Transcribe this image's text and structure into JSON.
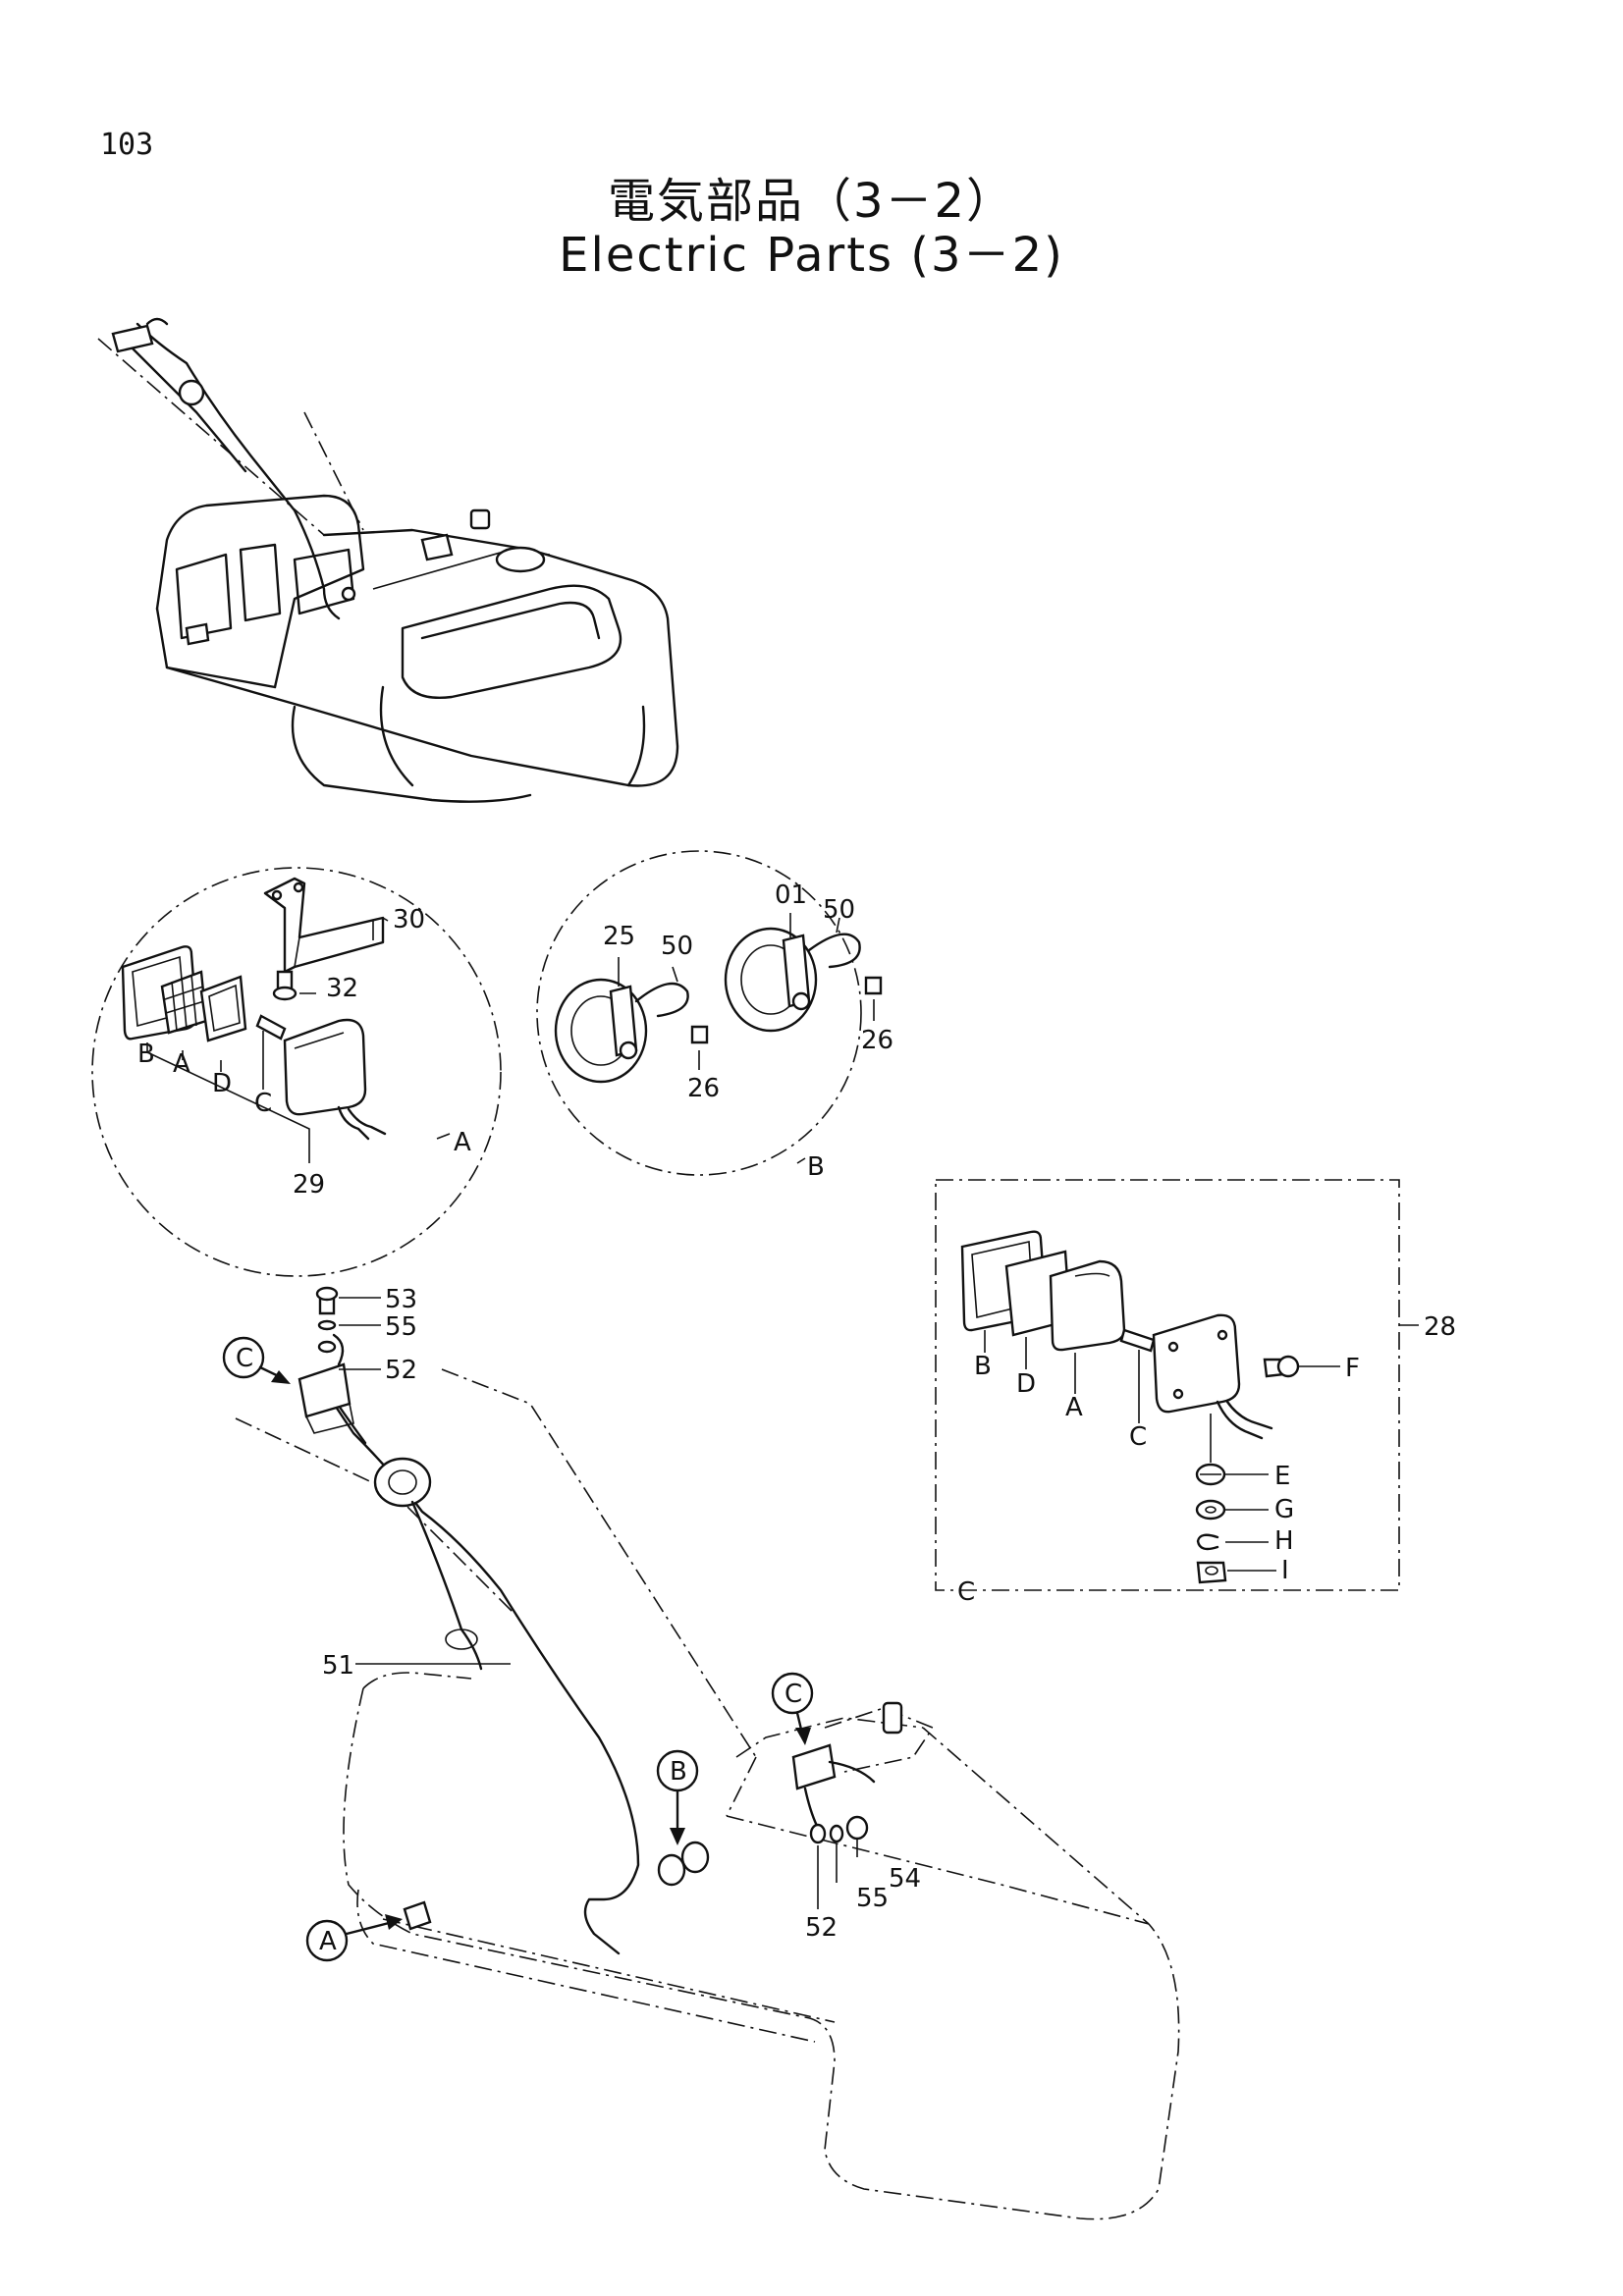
{
  "page": {
    "number": "103",
    "title_jp": "電気部品（3－2）",
    "title_en": "Electric Parts (3－2)"
  },
  "detail_a": {
    "frame_label": "A",
    "callouts": {
      "bracket": "30",
      "bolt": "32",
      "lamp_assembly": "29",
      "frame": "B",
      "lens": "A",
      "gasket": "D",
      "bulb": "C"
    }
  },
  "detail_b": {
    "frame_label": "B",
    "callouts": {
      "horn_left": "25",
      "horn_right": "01",
      "wire_left": "50",
      "wire_right": "50",
      "bolt_left": "26",
      "bolt_right": "26"
    }
  },
  "detail_c": {
    "frame_label": "C",
    "callouts": {
      "assembly": "28",
      "frame": "B",
      "gasket": "D",
      "lens": "A",
      "bulb": "C",
      "screw": "F",
      "nut_e": "E",
      "washer_g": "G",
      "lock_h": "H",
      "nut_i": "I"
    }
  },
  "main_view": {
    "callouts": {
      "bolt": "53",
      "washer": "55",
      "cable_end": "52",
      "harness": "51",
      "bolt_r": "54",
      "washer_r": "55",
      "cable_r": "52"
    },
    "refs": {
      "ref_c_left": "C",
      "ref_c_right": "C",
      "ref_b": "B",
      "ref_a": "A"
    }
  }
}
